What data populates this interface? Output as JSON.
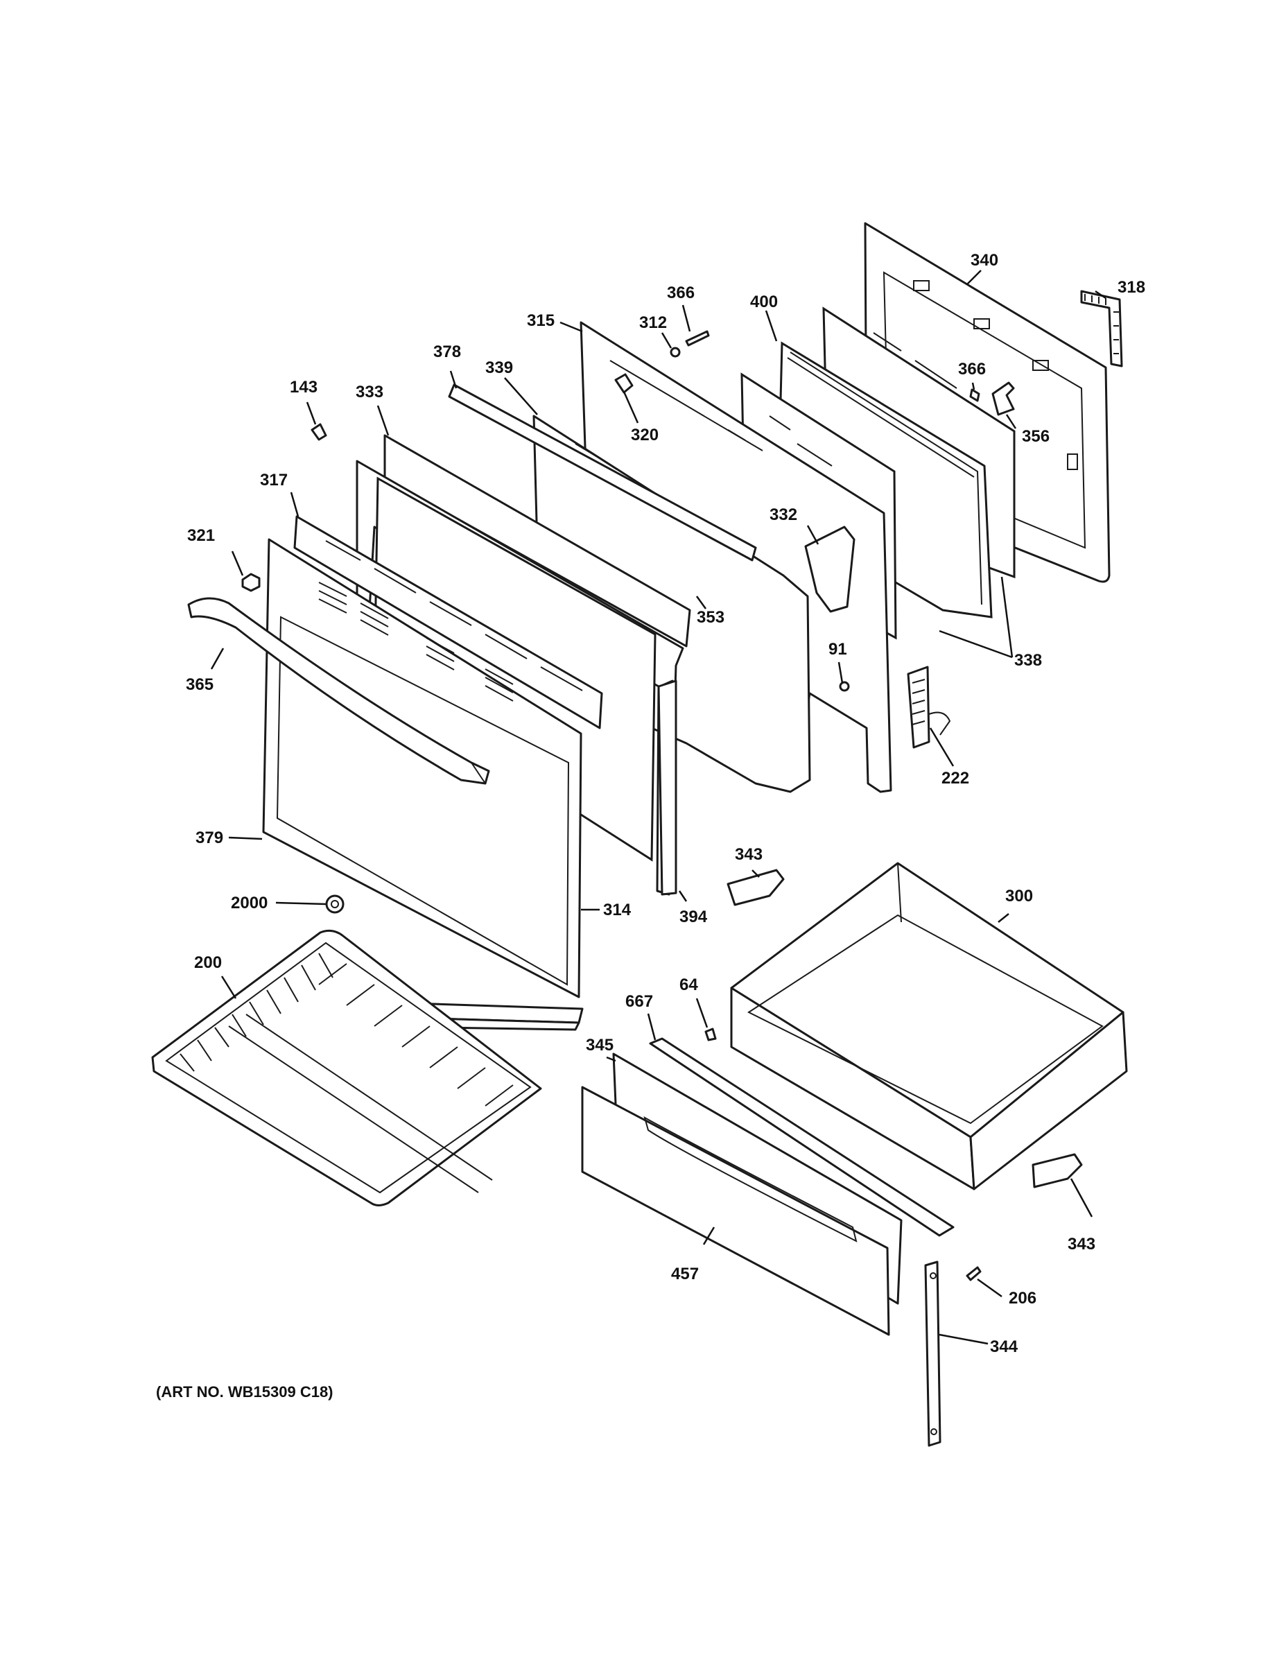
{
  "callouts": {
    "c143": "143",
    "c333": "333",
    "c378": "378",
    "c339": "339",
    "c315": "315",
    "c366a": "366",
    "c312": "312",
    "c320": "320",
    "c400": "400",
    "c340": "340",
    "c318": "318",
    "c366b": "366",
    "c356": "356",
    "c317": "317",
    "c321": "321",
    "c365": "365",
    "c332": "332",
    "c353": "353",
    "c91": "91",
    "c338": "338",
    "c222": "222",
    "c379": "379",
    "c2000": "2000",
    "c314": "314",
    "c394": "394",
    "c343a": "343",
    "c300": "300",
    "c200": "200",
    "c64": "64",
    "c667": "667",
    "c345": "345",
    "c457": "457",
    "c343b": "343",
    "c206": "206",
    "c344": "344"
  },
  "art_number": "(ART NO. WB15309 C18)"
}
